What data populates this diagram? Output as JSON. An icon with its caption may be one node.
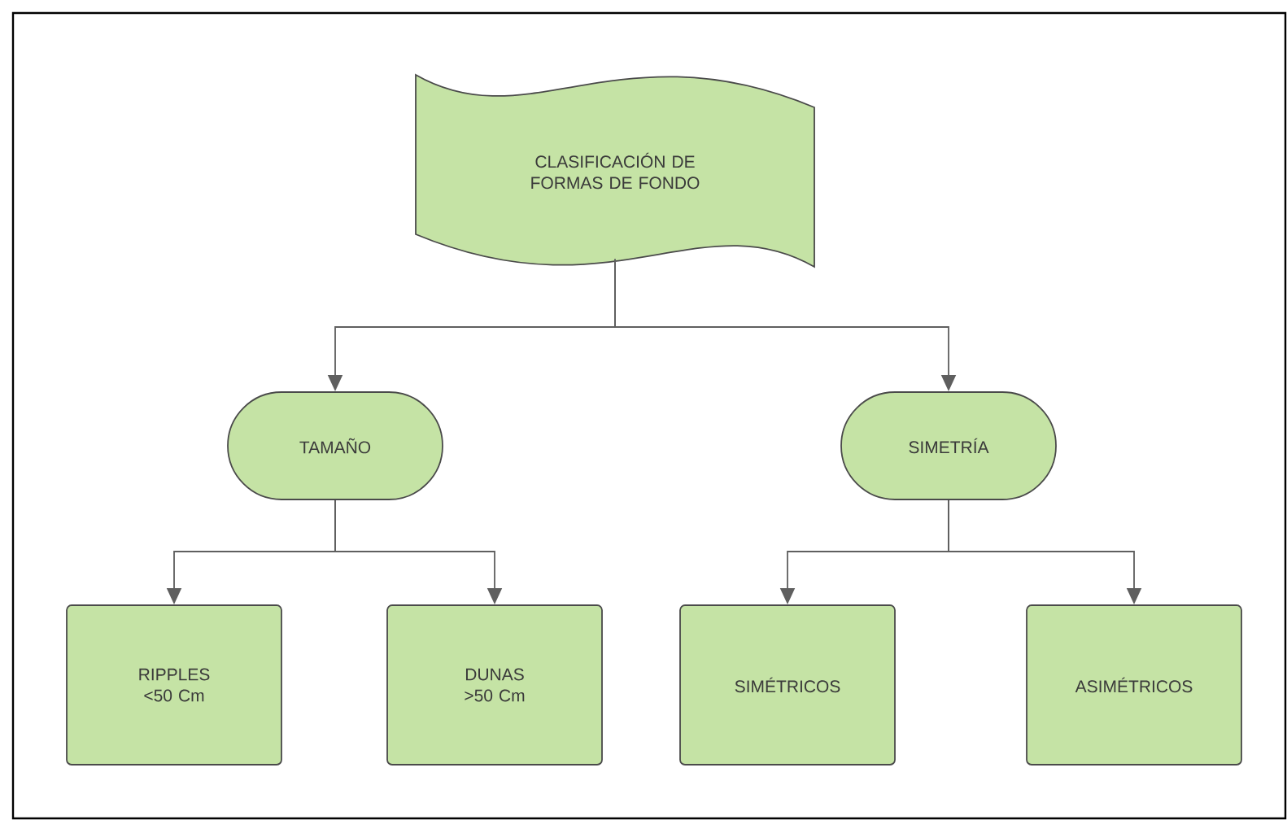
{
  "diagram": {
    "nodes": [
      {
        "text": [
          "CLASIFICACIÓN DE FORMAS DE FONDO"
        ]
      },
      {
        "text": [
          "TAMAÑO"
        ]
      },
      {
        "text": [
          "SIMETRÍA"
        ]
      },
      {
        "text": [
          "RIPPLES <50 Cm"
        ]
      },
      {
        "text": [
          "DUNAS >50 Cm"
        ]
      },
      {
        "text": [
          "SIMÉTRICOS"
        ]
      },
      {
        "text": [
          "ASIMÉTRICOS"
        ]
      }
    ],
    "edges": [
      {
        "from": 0,
        "to": 1,
        "arrow": "to"
      },
      {
        "from": 0,
        "to": 2,
        "arrow": "to"
      },
      {
        "from": 1,
        "to": 3,
        "arrow": "to"
      },
      {
        "from": 1,
        "to": 4,
        "arrow": "to"
      },
      {
        "from": 2,
        "to": 5,
        "arrow": "to"
      },
      {
        "from": 2,
        "to": 6,
        "arrow": "to"
      }
    ]
  }
}
